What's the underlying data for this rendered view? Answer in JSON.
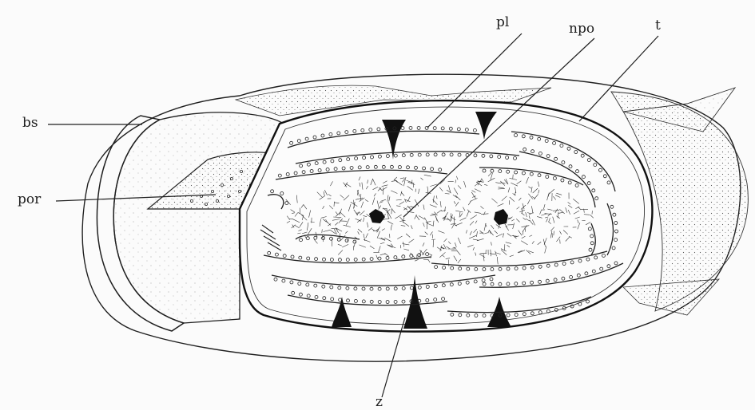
{
  "labels": {
    "pl": "pl",
    "npo": "npo",
    "t": "t",
    "bs": "bs",
    "por": "por",
    "z": "z"
  },
  "colors": {
    "paper": "#fbfbfb",
    "ink": "#1f1f1f",
    "stipple": "#4a4a4a"
  }
}
